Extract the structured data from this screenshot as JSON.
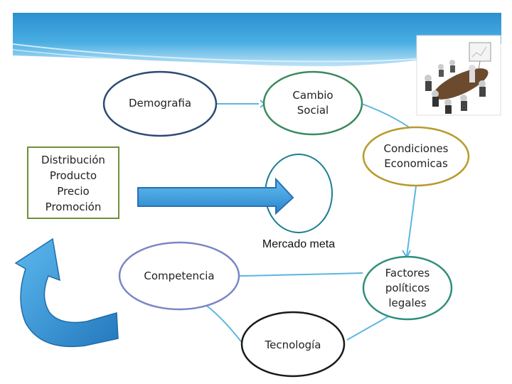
{
  "nodes": {
    "demografia": "Demografia",
    "cambio_social": [
      "Cambio",
      "Social"
    ],
    "condiciones": [
      "Condiciones",
      "Economicas"
    ],
    "factores": [
      "Factores",
      "políticos",
      "legales"
    ],
    "tecnologia": "Tecnología",
    "competencia": "Competencia",
    "mercado_meta": "Mercado meta"
  },
  "mix_box": {
    "line1": "Distribución",
    "line2": "Producto",
    "line3": "Precio",
    "line4": "Promoción"
  },
  "colors": {
    "banner_dark": "#1f86c8",
    "banner_light": "#d6eefb",
    "demografia_border": "#2b4a73",
    "cambio_border": "#3a8a5e",
    "condiciones_border": "#b89a2a",
    "factores_border": "#2f8f7a",
    "tecnologia_border": "#1a1a1a",
    "competencia_border": "#7a86c4",
    "mercado_border": "#1b7f8e",
    "connector": "#5bb6e0",
    "box_border": "#6f8f3a",
    "arrow_fill": "#3fa4e0",
    "arrow_edge": "#2b6fb0"
  },
  "icons": [
    "meeting-room-illustration",
    "right-arrow-icon",
    "curved-return-arrow-icon"
  ]
}
